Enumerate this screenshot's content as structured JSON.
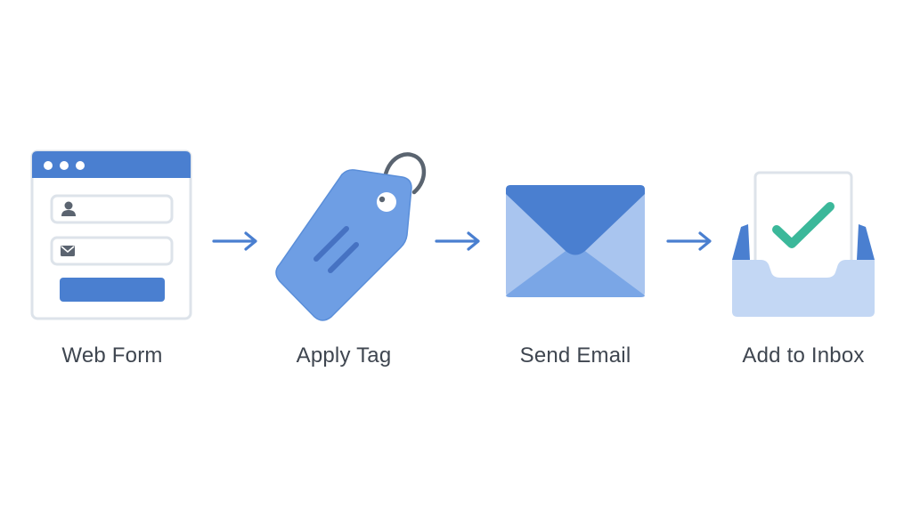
{
  "steps": [
    {
      "label": "Web Form",
      "icon": "web-form-icon"
    },
    {
      "label": "Apply Tag",
      "icon": "tag-icon"
    },
    {
      "label": "Send Email",
      "icon": "envelope-icon"
    },
    {
      "label": "Add to Inbox",
      "icon": "inbox-check-icon"
    }
  ],
  "colors": {
    "primary_blue": "#4a7fd0",
    "light_blue": "#a9c5ef",
    "mid_blue": "#6e9ee4",
    "pale_blue": "#c3d7f4",
    "check_green": "#3bb89a",
    "border_gray": "#dde3ea",
    "label_text": "#3f4650"
  }
}
